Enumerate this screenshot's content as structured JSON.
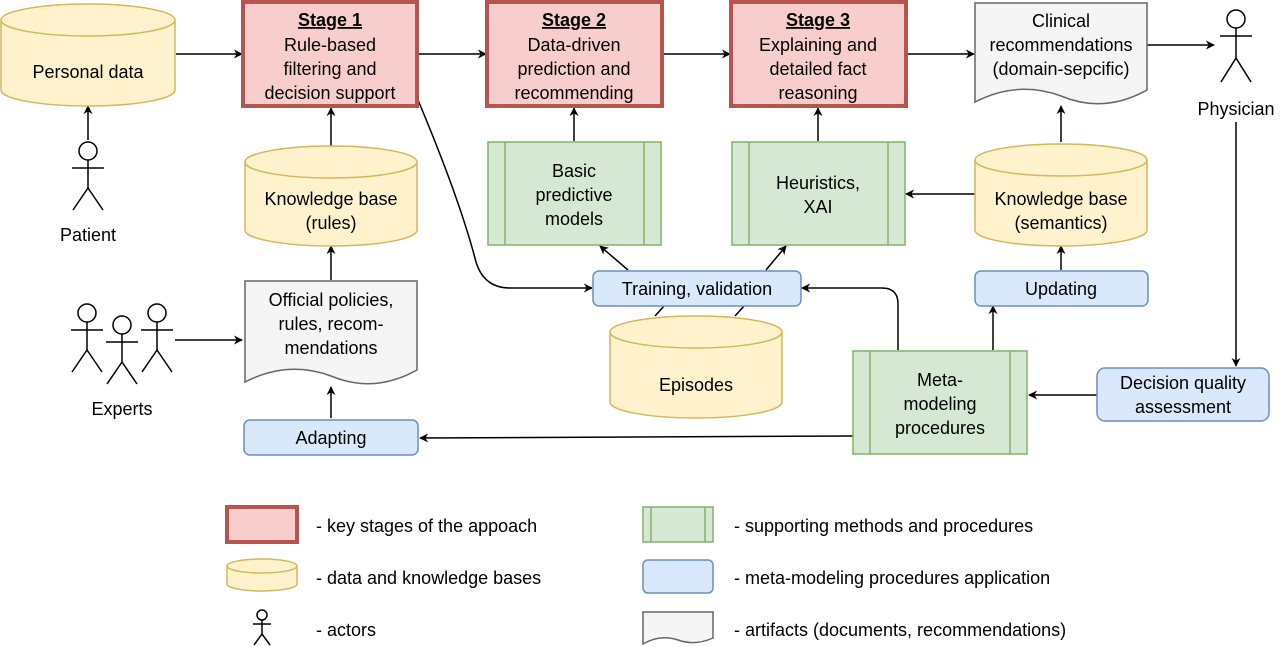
{
  "stages": [
    {
      "title": "Stage 1",
      "lines": [
        "Rule-based",
        "filtering and",
        "decision support"
      ]
    },
    {
      "title": "Stage 2",
      "lines": [
        "Data-driven",
        "prediction and",
        "recommending"
      ]
    },
    {
      "title": "Stage 3",
      "lines": [
        "Explaining and",
        "detailed fact",
        "reasoning"
      ]
    }
  ],
  "personal_data": "Personal data",
  "clinical_recs": [
    "Clinical",
    "recommendations",
    "(domain-sepcific)"
  ],
  "kb_rules": [
    "Knowledge base",
    "(rules)"
  ],
  "kb_semantics": [
    "Knowledge base",
    "(semantics)"
  ],
  "basic_models": [
    "Basic",
    "predictive",
    "models"
  ],
  "heuristics": [
    "Heuristics,",
    "XAI"
  ],
  "policies": [
    "Official policies,",
    "rules, recom-",
    "mendations"
  ],
  "training": "Training, validation",
  "updating": "Updating",
  "episodes": "Episodes",
  "meta": [
    "Meta-",
    "modeling",
    "procedures"
  ],
  "decision_quality": [
    "Decision quality",
    "assessment"
  ],
  "adapting": "Adapting",
  "actors": {
    "patient": "Patient",
    "experts": "Experts",
    "physician": "Physician"
  },
  "legend": {
    "stages": "- key stages of the appoach",
    "bases": "- data and knowledge bases",
    "actors": "- actors",
    "support": "- supporting methods and procedures",
    "meta": "- meta-modeling procedures application",
    "artifacts": "- artifacts (documents, recommendations)"
  },
  "colors": {
    "stage_fill": "#f8cecc",
    "stage_stroke": "#b85450",
    "support_fill": "#d5e8d4",
    "support_stroke": "#82b366",
    "blue_fill": "#dae8fc",
    "blue_stroke": "#6c8ebf",
    "db_fill": "#fff2cc",
    "db_stroke": "#d6b656",
    "doc_fill": "#f5f5f5",
    "doc_stroke": "#666666"
  }
}
